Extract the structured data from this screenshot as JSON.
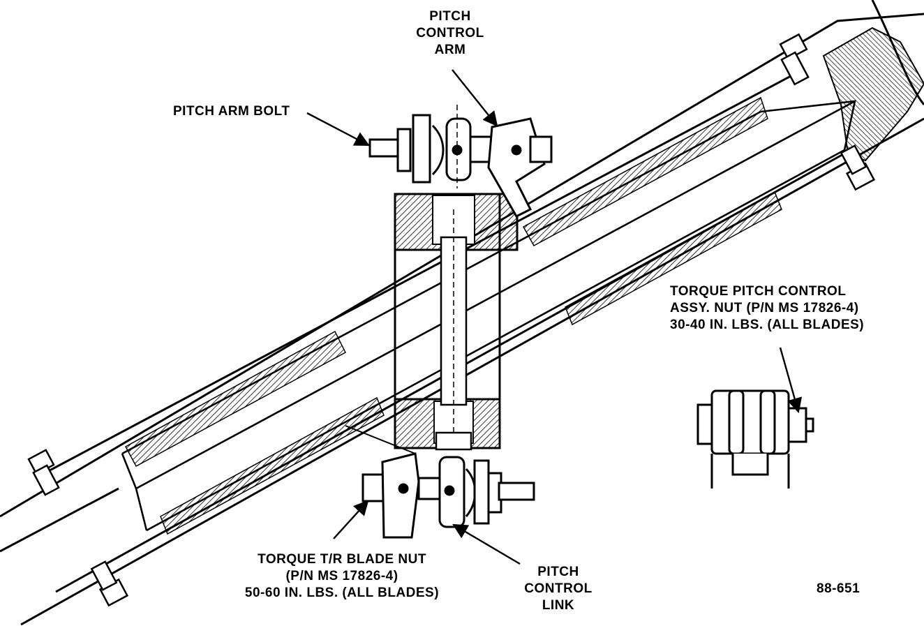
{
  "labels": {
    "pitch_control_arm": [
      "PITCH",
      "CONTROL",
      "ARM"
    ],
    "pitch_arm_bolt": "PITCH ARM BOLT",
    "torque_pitch_control_nut": [
      "TORQUE PITCH CONTROL",
      "ASSY. NUT (P/N MS 17826-4)",
      "30-40 IN. LBS. (ALL BLADES)"
    ],
    "torque_tr_blade_nut": [
      "TORQUE T/R BLADE NUT",
      "(P/N MS 17826-4)",
      "50-60 IN. LBS. (ALL BLADES)"
    ],
    "pitch_control_link": [
      "PITCH",
      "CONTROL",
      "LINK"
    ],
    "figure_number": "88-651"
  }
}
